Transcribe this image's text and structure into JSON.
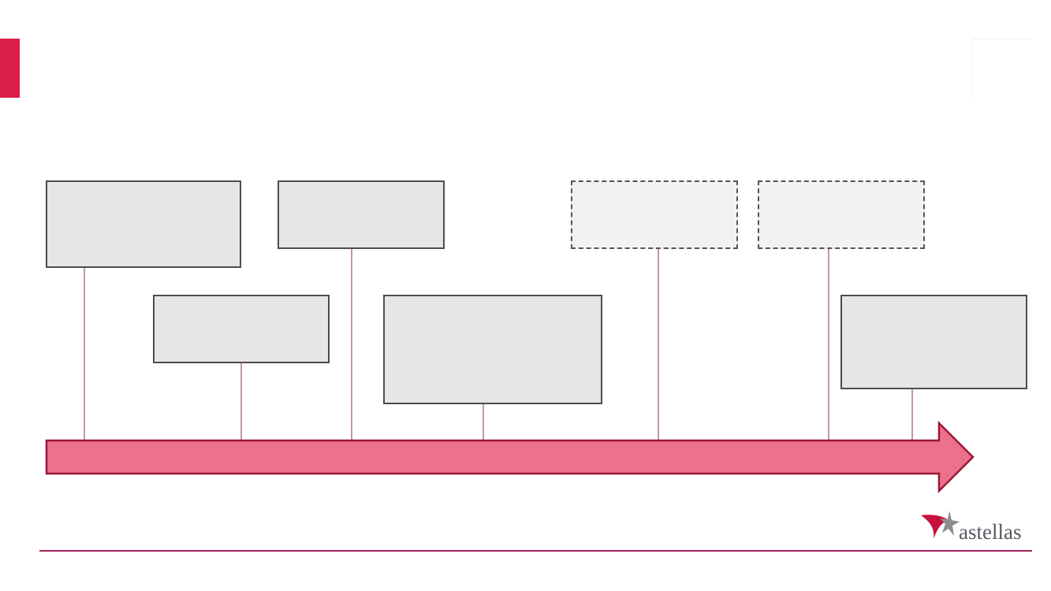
{
  "theme": {
    "accent": "#dc1e4b",
    "arrow_fill": "#ee718c",
    "arrow_stroke": "#9b1639",
    "connector": "#8a2a5a",
    "footer_line": "#a0245a",
    "box_fill": "#e6e6e6",
    "box_border": "#4d4d4d",
    "future_box_fill": "#f2f2f2"
  },
  "timeline": {
    "milestones": [
      {
        "id": "m1",
        "label": "",
        "status": "completed",
        "row": "top"
      },
      {
        "id": "m2",
        "label": "",
        "status": "completed",
        "row": "bottom"
      },
      {
        "id": "m3",
        "label": "",
        "status": "completed",
        "row": "top"
      },
      {
        "id": "m4",
        "label": "",
        "status": "completed",
        "row": "bottom"
      },
      {
        "id": "m5",
        "label": "",
        "status": "planned",
        "row": "top"
      },
      {
        "id": "m6",
        "label": "",
        "status": "planned",
        "row": "top"
      },
      {
        "id": "m7",
        "label": "",
        "status": "completed",
        "row": "bottom"
      }
    ]
  },
  "brand": {
    "logo_name": "astellas-logo",
    "logo_text": "astellas",
    "logo_colors": {
      "swoosh": "#c8103e",
      "star": "#8c8c8c"
    }
  }
}
